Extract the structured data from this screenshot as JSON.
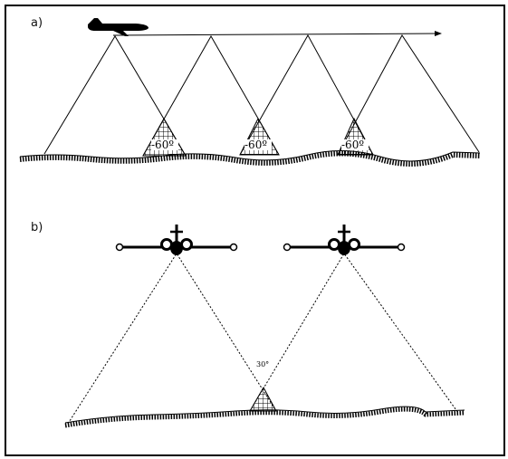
{
  "panels": {
    "a": {
      "label": "a)",
      "overlap_labels": [
        "-60º",
        "-60º",
        "-60º"
      ]
    },
    "b": {
      "label": "b)",
      "angle_label": "30°"
    }
  },
  "colors": {
    "line": "#000000",
    "background": "#ffffff"
  },
  "icons": [
    "airplane-side-icon",
    "airplane-front-icon",
    "flight-direction-arrow"
  ]
}
